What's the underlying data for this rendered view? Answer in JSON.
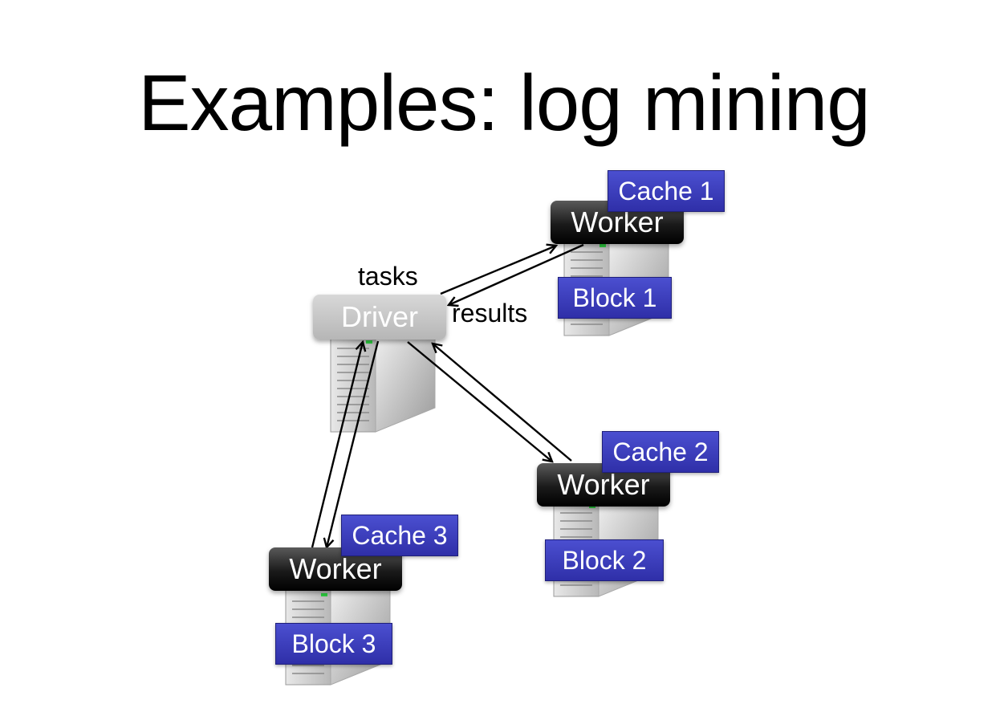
{
  "title": "Examples: log mining",
  "driver": {
    "label": "Driver",
    "tasks_label": "tasks",
    "results_label": "results"
  },
  "workers": [
    {
      "label": "Worker",
      "cache": "Cache 1",
      "block": "Block 1"
    },
    {
      "label": "Worker",
      "cache": "Cache 2",
      "block": "Block 2"
    },
    {
      "label": "Worker",
      "cache": "Cache 3",
      "block": "Block 3"
    }
  ],
  "colors": {
    "tag_fill": "#3a3cc0",
    "worker_fill": "#1a1a1a",
    "driver_fill": "#c4c4c4"
  }
}
